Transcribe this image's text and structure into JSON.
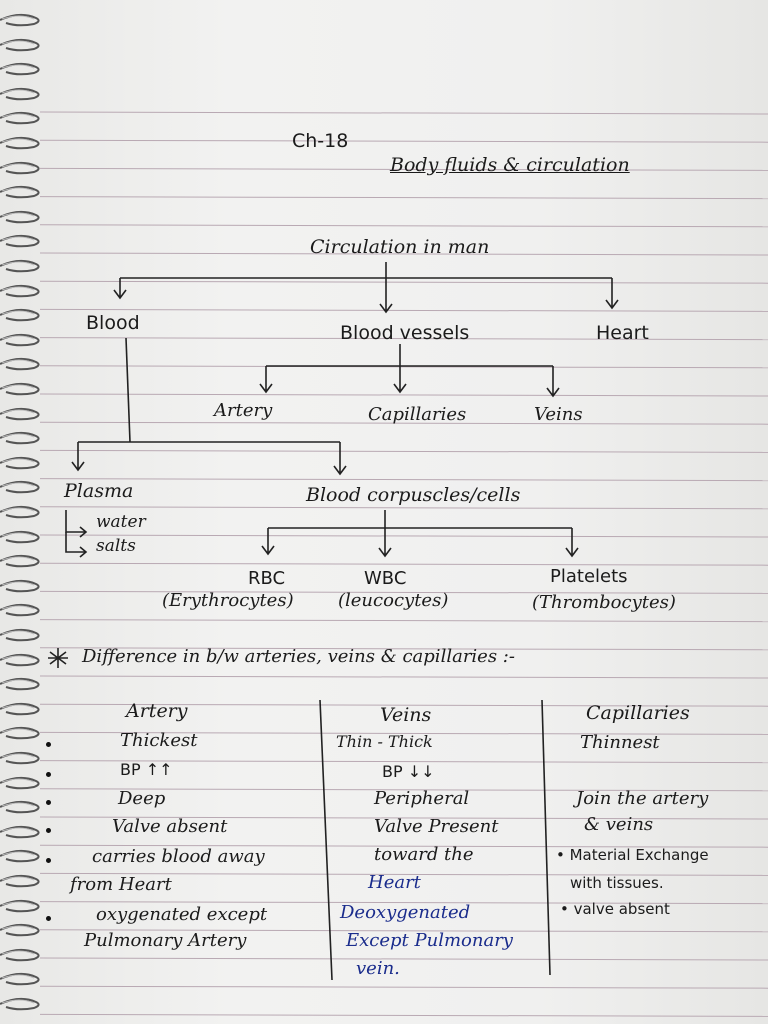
{
  "chapter": "Ch-18",
  "title": "Body fluids & circulation",
  "root": "Circulation in man",
  "level1": {
    "blood": "Blood",
    "vessels": "Blood vessels",
    "heart": "Heart"
  },
  "vessel_types": {
    "artery": "Artery",
    "capillaries": "Capillaries",
    "veins": "Veins"
  },
  "blood_parts": {
    "plasma": "Plasma",
    "water": "water",
    "salts": "salts",
    "corpuscles": "Blood corpuscles/cells"
  },
  "cells": {
    "rbc": "RBC",
    "rbc_alt": "(Erythrocytes)",
    "wbc": "WBC",
    "wbc_alt": "(leucocytes)",
    "platelets": "Platelets",
    "platelets_alt": "(Thrombocytes)"
  },
  "diff_heading": "Difference in b/w arteries, veins & capillaries :-",
  "table": {
    "headers": [
      "Artery",
      "Veins",
      "Capillaries"
    ],
    "artery": [
      "Thickest",
      "BP ↑↑",
      "Deep",
      "Valve absent",
      "carries blood away",
      "from Heart",
      "oxygenated except",
      "Pulmonary Artery"
    ],
    "veins": [
      "Thin - Thick",
      "BP ↓↓",
      "Peripheral",
      "Valve Present",
      "toward the",
      "Heart",
      "Deoxygenated",
      "Except Pulmonary",
      "vein."
    ],
    "capillaries": [
      "Thinnest",
      "Join the artery",
      "& veins",
      "• Material Exchange",
      "with tissues.",
      "• valve absent"
    ]
  }
}
